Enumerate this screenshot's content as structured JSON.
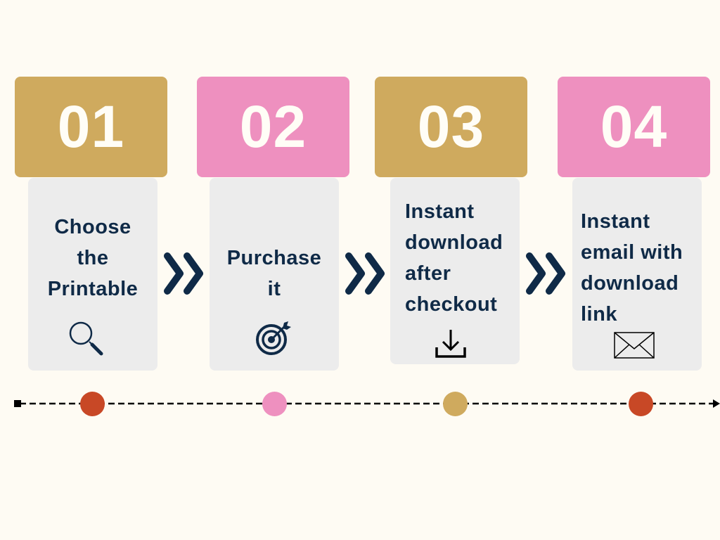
{
  "steps": [
    {
      "number": "01",
      "text": "Choose\nthe\nPrintable",
      "icon": "magnifier-icon",
      "header_color": "#cfaa5e",
      "dot_color": "#c84826"
    },
    {
      "number": "02",
      "text": "Purchase\nit",
      "icon": "target-icon",
      "header_color": "#ee90bf",
      "dot_color": "#ee90bf"
    },
    {
      "number": "03",
      "text": "Instant\ndownload\nafter\ncheckout",
      "icon": "download-icon",
      "header_color": "#cfaa5e",
      "dot_color": "#cfaa5e"
    },
    {
      "number": "04",
      "text": "Instant\nemail with\ndownload\nlink",
      "icon": "mail-icon",
      "header_color": "#ee90bf",
      "dot_color": "#c84826"
    }
  ],
  "colors": {
    "navy": "#0f2a47",
    "card": "#ececec",
    "background": "#fefbf3"
  }
}
